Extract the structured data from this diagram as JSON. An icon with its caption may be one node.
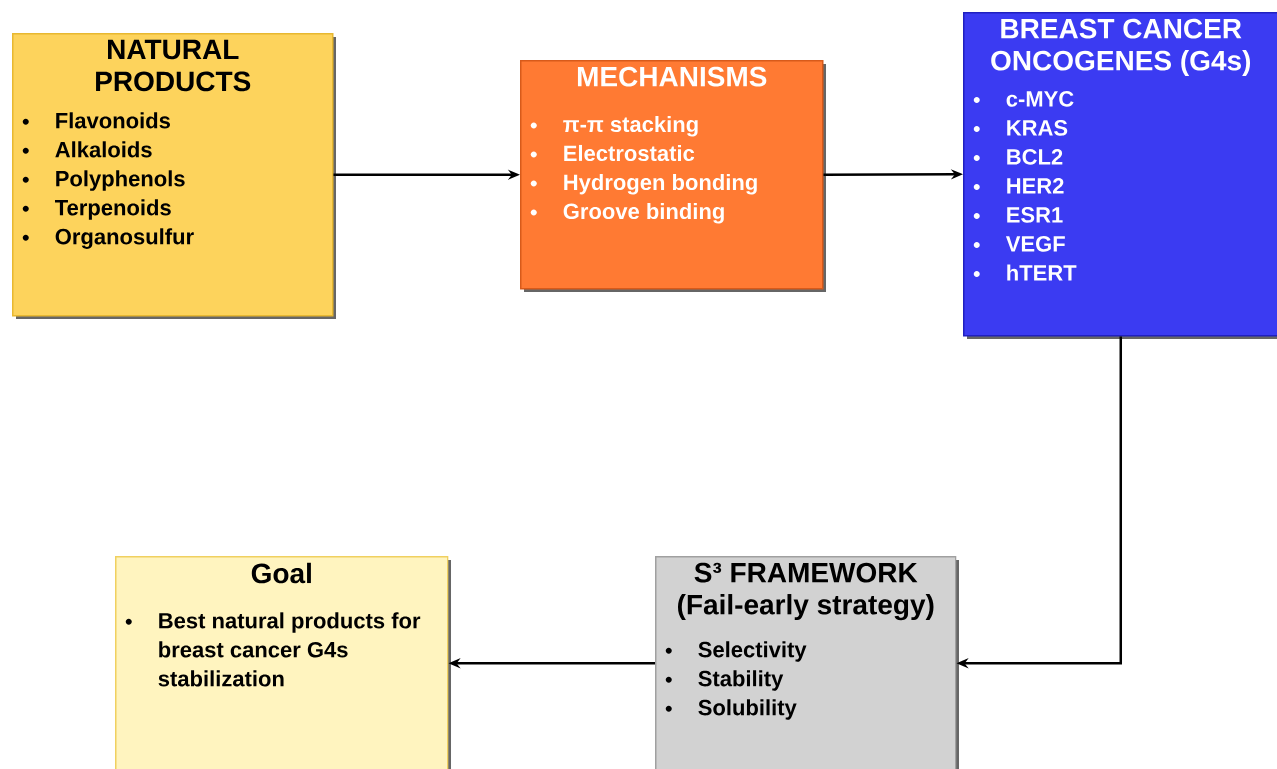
{
  "diagram": {
    "nodes": [
      {
        "text": [
          "NATURAL PRODUCTS",
          "Flavonoids",
          "Alkaloids",
          "Polyphenols",
          "Terpenoids",
          "Organosulfur"
        ]
      },
      {
        "text": [
          "MECHANISMS",
          "π-π stacking",
          "Electrostatic",
          "Hydrogen bonding",
          "Groove binding"
        ]
      },
      {
        "text": [
          "BREAST CANCER ONCOGENES (G4s)",
          "c-MYC",
          "KRAS",
          "BCL2",
          "HER2",
          "ESR1",
          "VEGF",
          "hTERT"
        ]
      },
      {
        "text": [
          "S³ FRAMEWORK (Fail-early strategy)",
          "Selectivity",
          "Stability",
          "Solubility"
        ]
      },
      {
        "text": [
          "Goal",
          "Best natural products for breast cancer G4s stabilization"
        ]
      }
    ],
    "edges": [
      {
        "from": 0,
        "to": 1,
        "arrow": "to"
      },
      {
        "from": 1,
        "to": 2,
        "arrow": "to"
      },
      {
        "from": 2,
        "to": 3,
        "arrow": "to"
      },
      {
        "from": 3,
        "to": 4,
        "arrow": "to"
      }
    ]
  }
}
